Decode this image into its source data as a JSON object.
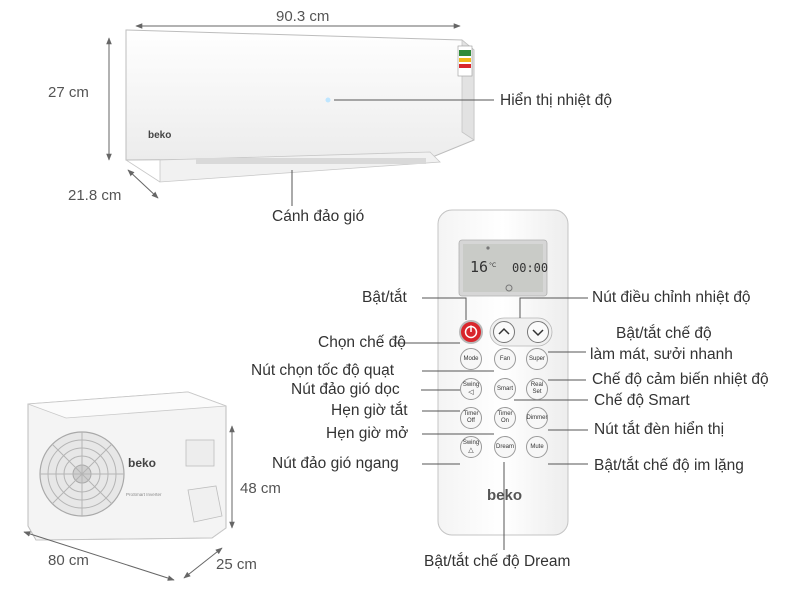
{
  "dimensions": {
    "indoor_width": "90.3 cm",
    "indoor_height": "27 cm",
    "indoor_depth": "21.8 cm",
    "outdoor_height": "48 cm",
    "outdoor_width": "80 cm",
    "outdoor_depth": "25 cm"
  },
  "indoor_labels": {
    "temp_display": "Hiển thị nhiệt độ",
    "louver": "Cánh đảo gió"
  },
  "remote_labels": {
    "power": "Bật/tắt",
    "mode": "Chọn chế độ",
    "fan": "Nút chọn tốc độ quạt",
    "swing_vertical": "Nút đảo gió dọc",
    "timer_off": "Hẹn giờ tắt",
    "timer_on": "Hẹn giờ mở",
    "swing_horizontal": "Nút đảo gió ngang",
    "temp_adjust": "Nút điều chỉnh nhiệt độ",
    "super_line1": "Bật/tắt chế độ",
    "super_line2": "làm mát, sưởi nhanh",
    "real_set": "Chế độ cảm biến nhiệt độ",
    "smart": "Chế độ Smart",
    "dimmer": "Nút tắt đèn hiển thị",
    "mute": "Bật/tắt chế độ im lặng",
    "dream": "Bật/tắt chế độ Dream"
  },
  "remote": {
    "lcd_temp": "16",
    "lcd_unit": "°C",
    "lcd_time": "00:00",
    "brand": "beko",
    "buttons": {
      "mode": "Mode",
      "fan": "Fan",
      "super": "Super",
      "swing": "Swing",
      "smart": "Smart",
      "real": "Real",
      "set": "Set",
      "timer": "Timer",
      "off": "Off",
      "on": "On",
      "dimmer": "Dimmer",
      "dream": "Dream",
      "mute": "Mute"
    }
  },
  "units": {
    "indoor_brand": "beko",
    "outdoor_brand": "beko",
    "outdoor_sub": "ProSmart Inverter"
  },
  "colors": {
    "power_button": "#d9262c",
    "lcd_background": "#c9cbc7",
    "energy_label": "#2e8b3a"
  }
}
